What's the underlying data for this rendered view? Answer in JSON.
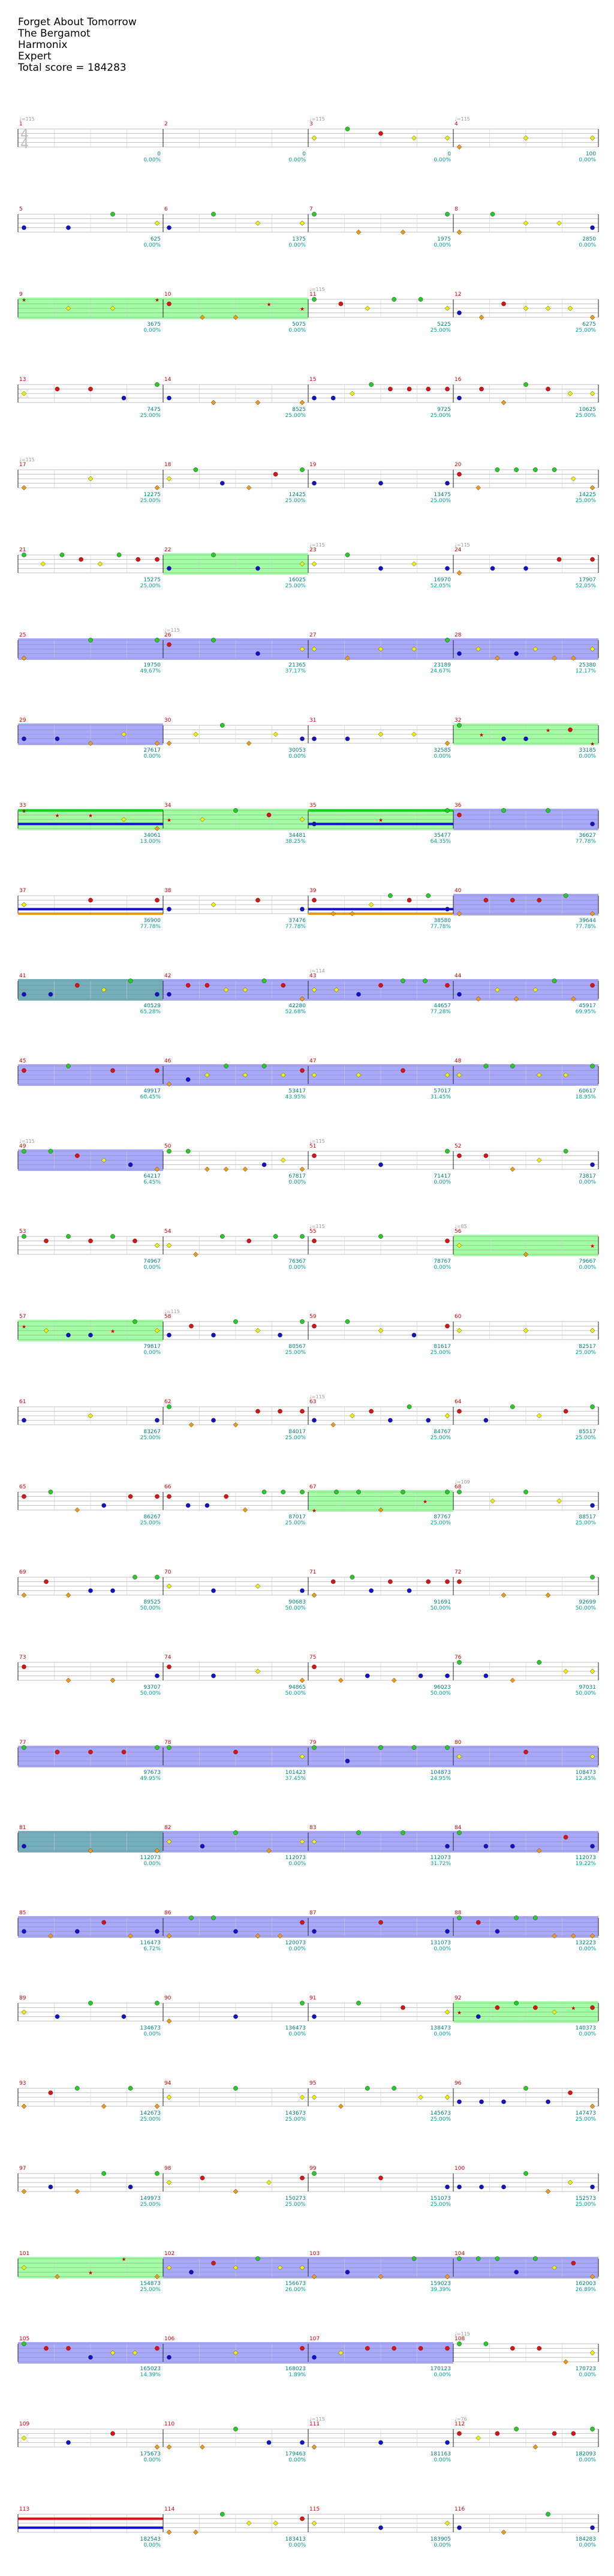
{
  "song": {
    "title": "Forget About Tomorrow",
    "artist": "The Bergamot",
    "game": "Harmonix",
    "difficulty": "Expert",
    "total_score_label": "Total score = 184283"
  },
  "time_signature": [
    "4",
    "4"
  ],
  "colors": {
    "green": "#22cc22",
    "red": "#dd1111",
    "yellow": "#eeee00",
    "blue": "#1111cc",
    "orange": "#ee9911",
    "overdrive": "#9999ff",
    "solo": "#99ff99",
    "mixed": "#5aa0b0",
    "score": "#008080"
  },
  "measures": [
    {
      "n": 1,
      "tempo": "♩=115",
      "score": "0",
      "pct": "0.00%"
    },
    {
      "n": 2,
      "score": "0",
      "pct": "0.00%"
    },
    {
      "n": 3,
      "tempo": "♩=115",
      "score": "0",
      "pct": "0.00%"
    },
    {
      "n": 4,
      "tempo": "♩=115",
      "score": "100",
      "pct": "0.00%"
    },
    {
      "n": 5,
      "score": "625",
      "pct": "0.00%"
    },
    {
      "n": 6,
      "score": "1375",
      "pct": "0.00%"
    },
    {
      "n": 7,
      "score": "1975",
      "pct": "0.00%"
    },
    {
      "n": 8,
      "score": "2850",
      "pct": "0.00%"
    },
    {
      "n": 9,
      "score": "3675",
      "pct": "0.00%"
    },
    {
      "n": 10,
      "score": "5075",
      "pct": "0.00%"
    },
    {
      "n": 11,
      "tempo": "♩=115",
      "score": "5225",
      "pct": "25.00%"
    },
    {
      "n": 12,
      "score": "6275",
      "pct": "25.00%"
    },
    {
      "n": 13,
      "score": "7475",
      "pct": "25.00%"
    },
    {
      "n": 14,
      "score": "8525",
      "pct": "25.00%"
    },
    {
      "n": 15,
      "score": "9725",
      "pct": "25.00%"
    },
    {
      "n": 16,
      "score": "10625",
      "pct": "25.00%"
    },
    {
      "n": 17,
      "tempo": "♩=115",
      "score": "12275",
      "pct": "25.00%"
    },
    {
      "n": 18,
      "score": "12425",
      "pct": "25.00%"
    },
    {
      "n": 19,
      "score": "13475",
      "pct": "25.00%"
    },
    {
      "n": 20,
      "score": "14225",
      "pct": "25.00%"
    },
    {
      "n": 21,
      "score": "15275",
      "pct": "25.00%"
    },
    {
      "n": 22,
      "score": "16025",
      "pct": "25.00%"
    },
    {
      "n": 23,
      "tempo": "♩=115",
      "score": "16970",
      "pct": "52.05%"
    },
    {
      "n": 24,
      "tempo": "♩=115",
      "score": "17907",
      "pct": "52.05%"
    },
    {
      "n": 25,
      "score": "19750",
      "pct": "49.67%"
    },
    {
      "n": 26,
      "tempo": "♩=115",
      "score": "21365",
      "pct": "37.17%"
    },
    {
      "n": 27,
      "score": "23189",
      "pct": "24.67%"
    },
    {
      "n": 28,
      "score": "25380",
      "pct": "12.17%"
    },
    {
      "n": 29,
      "score": "27617",
      "pct": "0.00%"
    },
    {
      "n": 30,
      "score": "30053",
      "pct": "0.00%"
    },
    {
      "n": 31,
      "score": "32585",
      "pct": "0.00%"
    },
    {
      "n": 32,
      "score": "33185",
      "pct": "0.00%"
    },
    {
      "n": 33,
      "score": "34061",
      "pct": "13.00%"
    },
    {
      "n": 34,
      "score": "34481",
      "pct": "38.25%"
    },
    {
      "n": 35,
      "score": "35477",
      "pct": "64.35%"
    },
    {
      "n": 36,
      "score": "36627",
      "pct": "77.78%"
    },
    {
      "n": 37,
      "score": "36900",
      "pct": "77.78%"
    },
    {
      "n": 38,
      "score": "37476",
      "pct": "77.78%"
    },
    {
      "n": 39,
      "score": "38580",
      "pct": "77.78%"
    },
    {
      "n": 40,
      "score": "39644",
      "pct": "77.78%"
    },
    {
      "n": 41,
      "score": "40529",
      "pct": "65.28%"
    },
    {
      "n": 42,
      "score": "42280",
      "pct": "52.68%"
    },
    {
      "n": 43,
      "tempo": "♩=114",
      "score": "44657",
      "pct": "77.28%"
    },
    {
      "n": 44,
      "score": "45917",
      "pct": "69.95%"
    },
    {
      "n": 45,
      "score": "49917",
      "pct": "60.45%"
    },
    {
      "n": 46,
      "score": "53417",
      "pct": "43.95%"
    },
    {
      "n": 47,
      "score": "57017",
      "pct": "31.45%"
    },
    {
      "n": 48,
      "score": "60617",
      "pct": "18.95%"
    },
    {
      "n": 49,
      "tempo": "♩=115",
      "score": "64217",
      "pct": "6.45%"
    },
    {
      "n": 50,
      "score": "67817",
      "pct": "0.00%"
    },
    {
      "n": 51,
      "tempo": "♩=115",
      "score": "71417",
      "pct": "0.00%"
    },
    {
      "n": 52,
      "score": "73817",
      "pct": "0.00%"
    },
    {
      "n": 53,
      "score": "74967",
      "pct": "0.00%"
    },
    {
      "n": 54,
      "score": "76367",
      "pct": "0.00%"
    },
    {
      "n": 55,
      "tempo": "♩=115",
      "score": "78767",
      "pct": "0.00%"
    },
    {
      "n": 56,
      "tempo": "♩=85",
      "score": "79667",
      "pct": "0.00%"
    },
    {
      "n": 57,
      "score": "79817",
      "pct": "0.00%"
    },
    {
      "n": 58,
      "tempo": "♩=115",
      "score": "80567",
      "pct": "25.00%"
    },
    {
      "n": 59,
      "score": "81617",
      "pct": "25.00%"
    },
    {
      "n": 60,
      "score": "82517",
      "pct": "25.00%"
    },
    {
      "n": 61,
      "score": "83267",
      "pct": "25.00%"
    },
    {
      "n": 62,
      "score": "84017",
      "pct": "25.00%"
    },
    {
      "n": 63,
      "tempo": "♩=115",
      "score": "84767",
      "pct": "25.00%"
    },
    {
      "n": 64,
      "score": "85517",
      "pct": "25.00%"
    },
    {
      "n": 65,
      "score": "86267",
      "pct": "25.00%"
    },
    {
      "n": 66,
      "score": "87017",
      "pct": "25.00%"
    },
    {
      "n": 67,
      "score": "87767",
      "pct": "25.00%"
    },
    {
      "n": 68,
      "tempo": "♩=109",
      "score": "88517",
      "pct": "25.00%"
    },
    {
      "n": 69,
      "score": "89525",
      "pct": "50.00%"
    },
    {
      "n": 70,
      "score": "90683",
      "pct": "50.00%"
    },
    {
      "n": 71,
      "score": "91691",
      "pct": "50.00%"
    },
    {
      "n": 72,
      "score": "92699",
      "pct": "50.00%"
    },
    {
      "n": 73,
      "score": "93707",
      "pct": "50.00%"
    },
    {
      "n": 74,
      "score": "94865",
      "pct": "50.00%"
    },
    {
      "n": 75,
      "score": "96023",
      "pct": "50.00%"
    },
    {
      "n": 76,
      "score": "97031",
      "pct": "50.00%"
    },
    {
      "n": 77,
      "score": "97673",
      "pct": "49.95%"
    },
    {
      "n": 78,
      "score": "101423",
      "pct": "37.45%"
    },
    {
      "n": 79,
      "score": "104873",
      "pct": "24.95%"
    },
    {
      "n": 80,
      "score": "108473",
      "pct": "12.45%"
    },
    {
      "n": 81,
      "score": "112073",
      "pct": "0.00%"
    },
    {
      "n": 82,
      "score": "112073",
      "pct": "0.00%"
    },
    {
      "n": 83,
      "score": "112073",
      "pct": "31.72%"
    },
    {
      "n": 84,
      "score": "112073",
      "pct": "19.22%"
    },
    {
      "n": 85,
      "score": "116473",
      "pct": "6.72%"
    },
    {
      "n": 86,
      "score": "120073",
      "pct": "0.00%"
    },
    {
      "n": 87,
      "score": "131073",
      "pct": "0.00%"
    },
    {
      "n": 88,
      "score": "132223",
      "pct": "0.00%"
    },
    {
      "n": 89,
      "score": "134673",
      "pct": "0.00%"
    },
    {
      "n": 90,
      "score": "136473",
      "pct": "0.00%"
    },
    {
      "n": 91,
      "score": "138473",
      "pct": "0.00%"
    },
    {
      "n": 92,
      "score": "140373",
      "pct": "0.00%"
    },
    {
      "n": 93,
      "score": "142673",
      "pct": "25.00%"
    },
    {
      "n": 94,
      "score": "143673",
      "pct": "25.00%"
    },
    {
      "n": 95,
      "score": "145673",
      "pct": "25.00%"
    },
    {
      "n": 96,
      "score": "147473",
      "pct": "25.00%"
    },
    {
      "n": 97,
      "score": "149973",
      "pct": "25.00%"
    },
    {
      "n": 98,
      "score": "150273",
      "pct": "25.00%"
    },
    {
      "n": 99,
      "score": "151073",
      "pct": "25.00%"
    },
    {
      "n": 100,
      "score": "152573",
      "pct": "25.00%"
    },
    {
      "n": 101,
      "score": "154873",
      "pct": "25.00%"
    },
    {
      "n": 102,
      "score": "156673",
      "pct": "26.00%"
    },
    {
      "n": 103,
      "score": "159023",
      "pct": "39.39%"
    },
    {
      "n": 104,
      "score": "162003",
      "pct": "26.89%"
    },
    {
      "n": 105,
      "score": "165023",
      "pct": "14.39%"
    },
    {
      "n": 106,
      "score": "168023",
      "pct": "1.89%"
    },
    {
      "n": 107,
      "score": "170123",
      "pct": "0.00%"
    },
    {
      "n": 108,
      "tempo": "♩=115",
      "score": "170723",
      "pct": "0.00%"
    },
    {
      "n": 109,
      "score": "175673",
      "pct": "0.00%"
    },
    {
      "n": 110,
      "score": "179463",
      "pct": "0.00%"
    },
    {
      "n": 111,
      "tempo": "♩=115",
      "score": "181163",
      "pct": "0.00%"
    },
    {
      "n": 112,
      "tempo": "♩=76",
      "score": "182093",
      "pct": "0.00%"
    },
    {
      "n": 113,
      "score": "182543",
      "pct": "0.00%"
    },
    {
      "n": 114,
      "score": "183413",
      "pct": "0.00%"
    },
    {
      "n": 115,
      "score": "183905",
      "pct": "0.00%"
    },
    {
      "n": 116,
      "score": "184283",
      "pct": "0.00%"
    }
  ]
}
